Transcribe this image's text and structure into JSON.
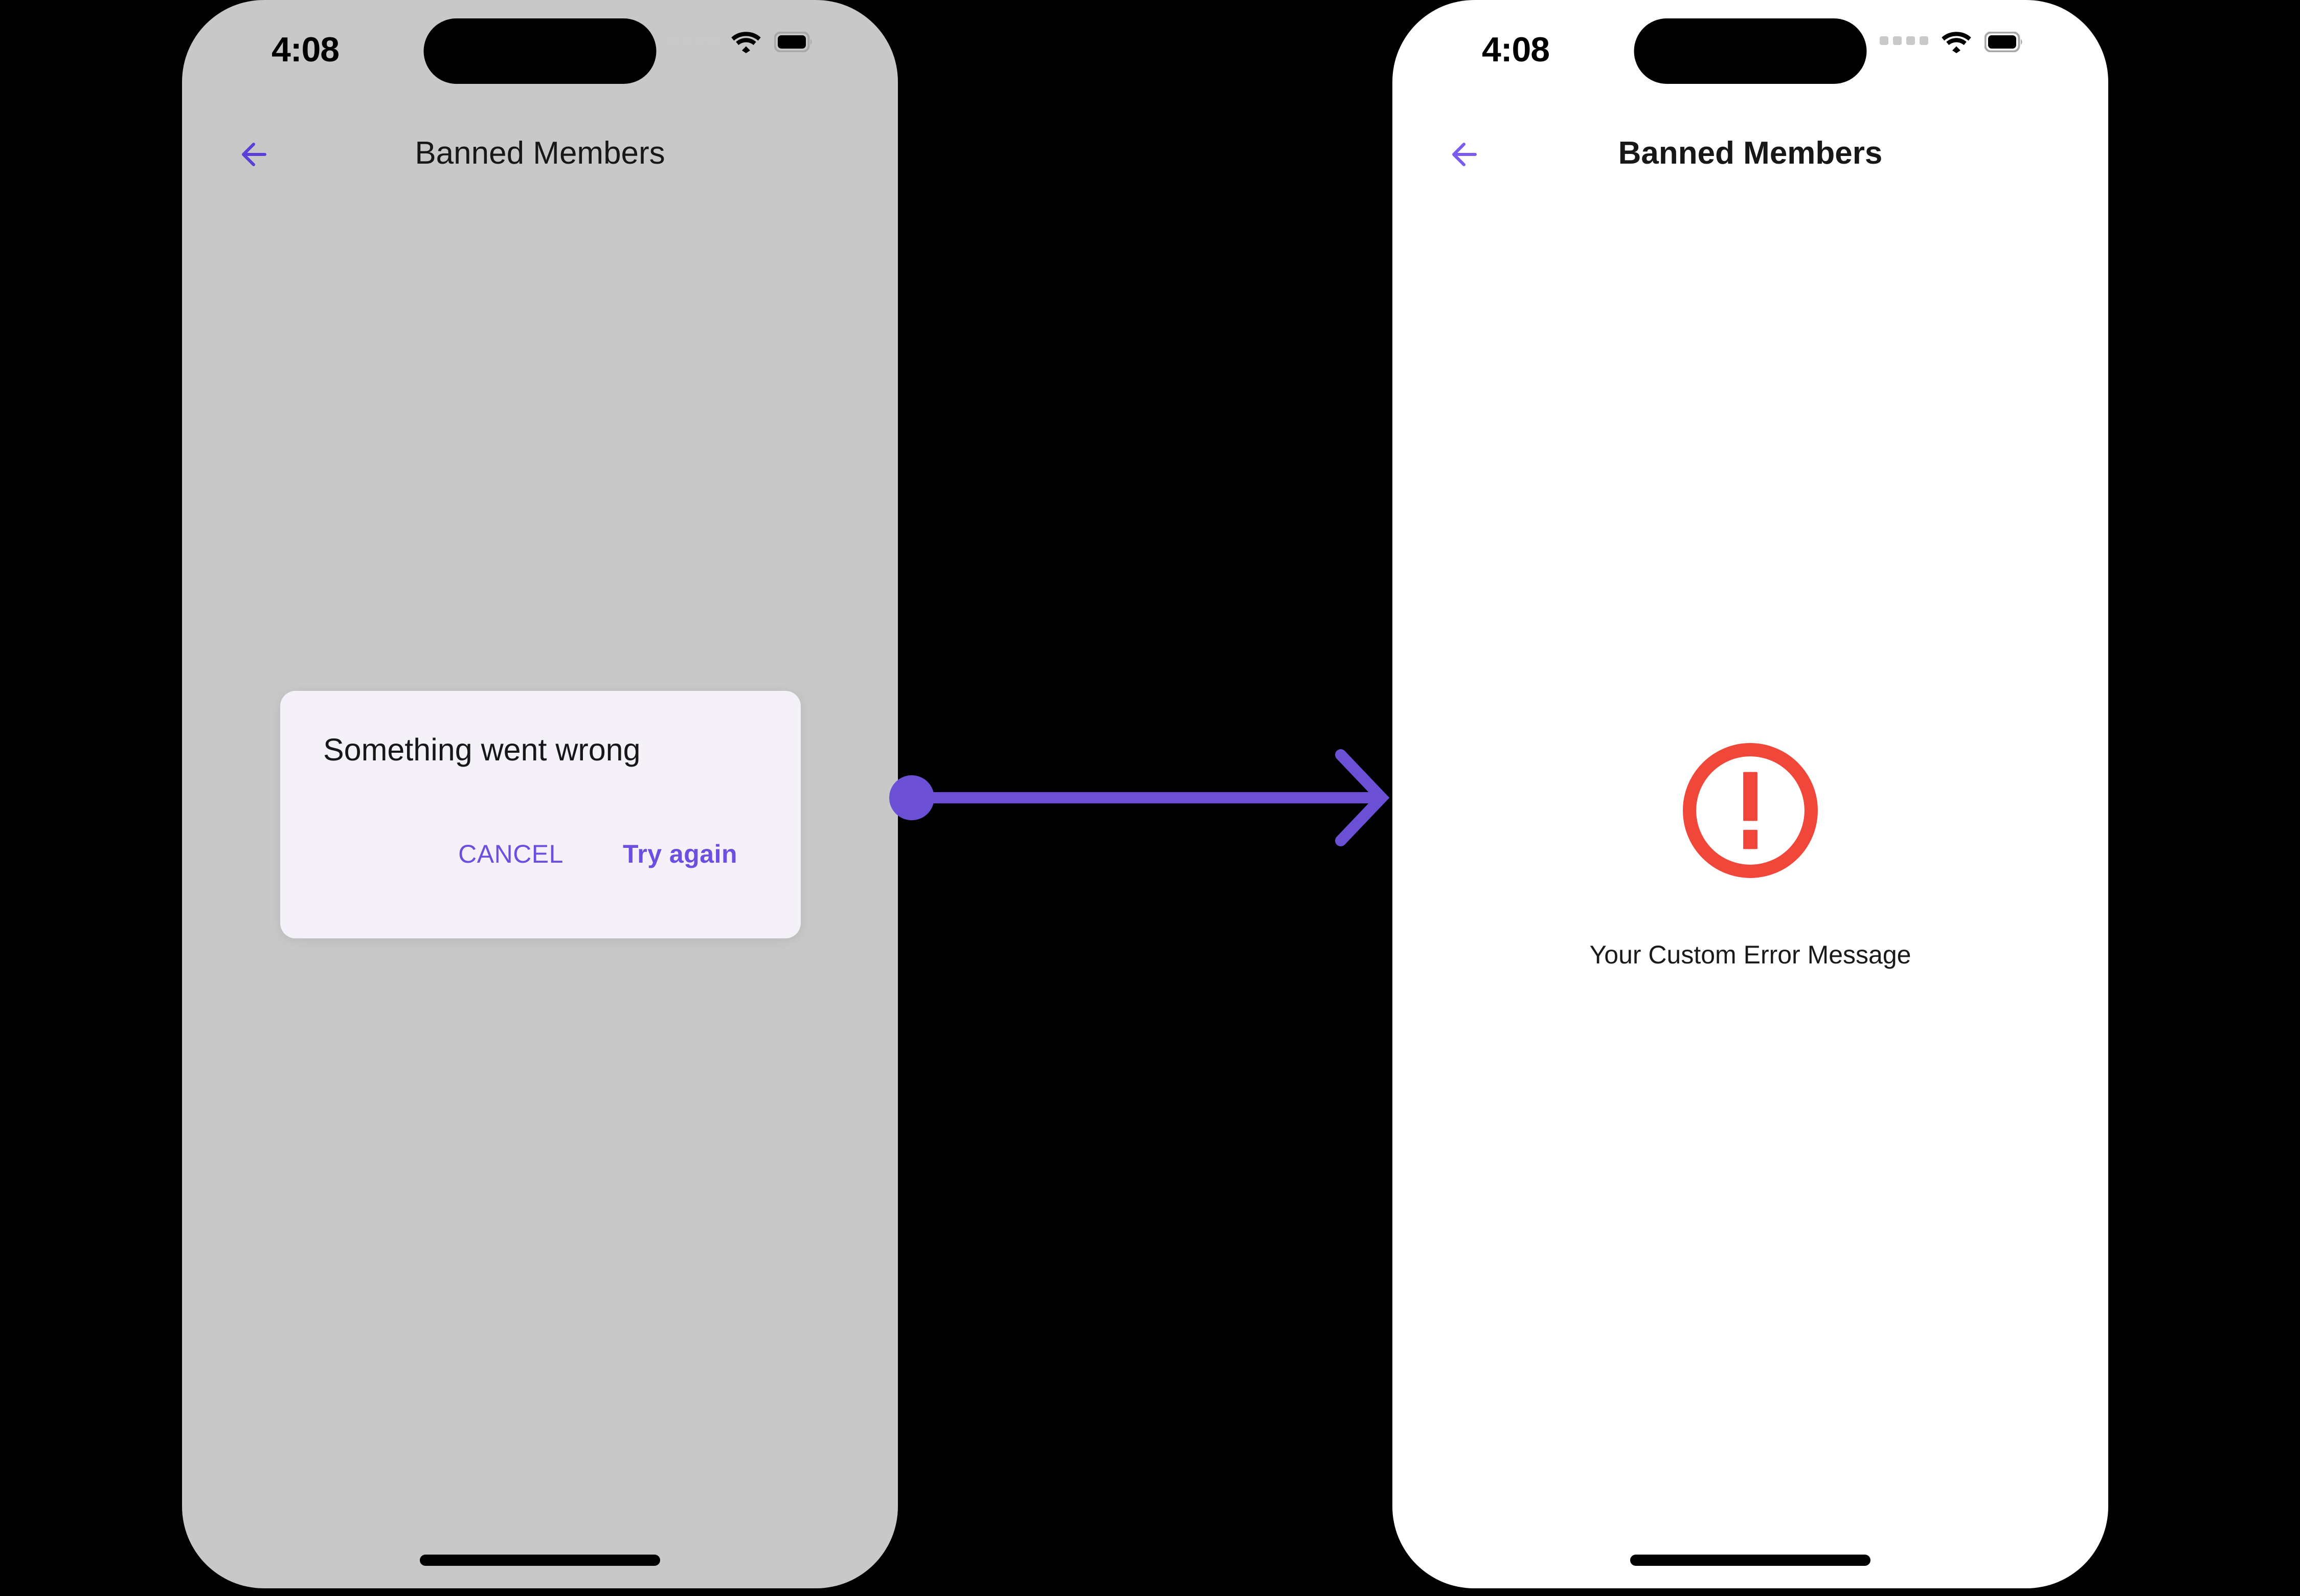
{
  "theme": {
    "accent_purple": "#6B4FE0",
    "connector_purple": "#6B4FD4",
    "error_red": "#F0473A",
    "dialog_bg": "#F4F1F8",
    "scrim_gray": "#C8C8C8",
    "canvas_black": "#000000"
  },
  "status_bar": {
    "time": "4:08",
    "signal_icon": "cellular-signal-dots-icon",
    "wifi_icon": "wifi-icon",
    "battery_icon": "battery-full-icon"
  },
  "screens": [
    {
      "id": "dialog-screen",
      "app_bar": {
        "back_icon": "arrow-left-icon",
        "title": "Banned Members"
      },
      "dialog": {
        "title": "Something went wrong",
        "buttons": [
          {
            "label": "CANCEL",
            "role": "dismiss"
          },
          {
            "label": "Try again",
            "role": "retry"
          }
        ]
      }
    },
    {
      "id": "error-screen",
      "app_bar": {
        "back_icon": "arrow-left-icon",
        "title": "Banned Members"
      },
      "error_state": {
        "icon": "error-circle-exclamation-icon",
        "message": "Your Custom Error Message"
      }
    }
  ],
  "connector": {
    "type": "arrow",
    "start_marker": "filled-circle",
    "end_marker": "chevron-arrowhead",
    "direction": "left-to-right"
  }
}
